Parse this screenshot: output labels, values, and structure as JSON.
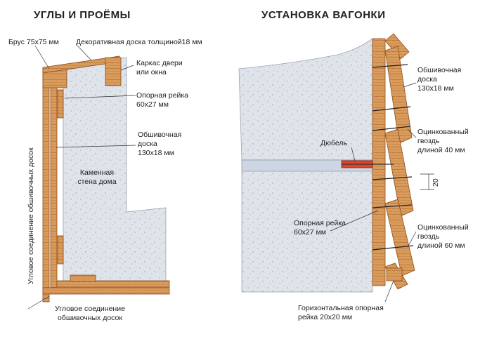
{
  "titles": {
    "left": "УГЛЫ И ПРОЁМЫ",
    "right": "УСТАНОВКА ВАГОНКИ"
  },
  "left_labels": {
    "beam": "Брус 75х75 мм",
    "deco_board": "Декоративная доска толщиной18 мм",
    "frame_l1": "Каркас двери",
    "frame_l2": "или окна",
    "rail_l1": "Опорная рейка",
    "rail_l2": "60х27 мм",
    "sheathing_l1": "Обшивочная",
    "sheathing_l2": "доска",
    "sheathing_l3": "130х18 мм",
    "wall_l1": "Каменная",
    "wall_l2": "стена дома",
    "corner_vertical": "Угловое соединение обшивочных досок",
    "corner_bottom_l1": "Угловое соединение",
    "corner_bottom_l2": "обшивочных досок"
  },
  "right_labels": {
    "sheathing_l1": "Обшивочная",
    "sheathing_l2": "доска",
    "sheathing_l3": "130х18 мм",
    "dowel": "Дюбель",
    "nail40_l1": "Оцинкованный",
    "nail40_l2": "гвоздь",
    "nail40_l3": "длиной 40 мм",
    "gap": "20",
    "rail_l1": "Опорная рейка",
    "rail_l2": "60х27 мм",
    "nail60_l1": "Оцинкованный",
    "nail60_l2": "гвоздь",
    "nail60_l3": "длиной 60 мм",
    "hrail_l1": "Горизонтальная опорная",
    "hrail_l2": "рейка 20х20 мм"
  },
  "colors": {
    "stone": "#dfe3ea",
    "wood": "#d99d5e",
    "wood_dark": "#b86a2e",
    "dowel": "#e0452a"
  }
}
